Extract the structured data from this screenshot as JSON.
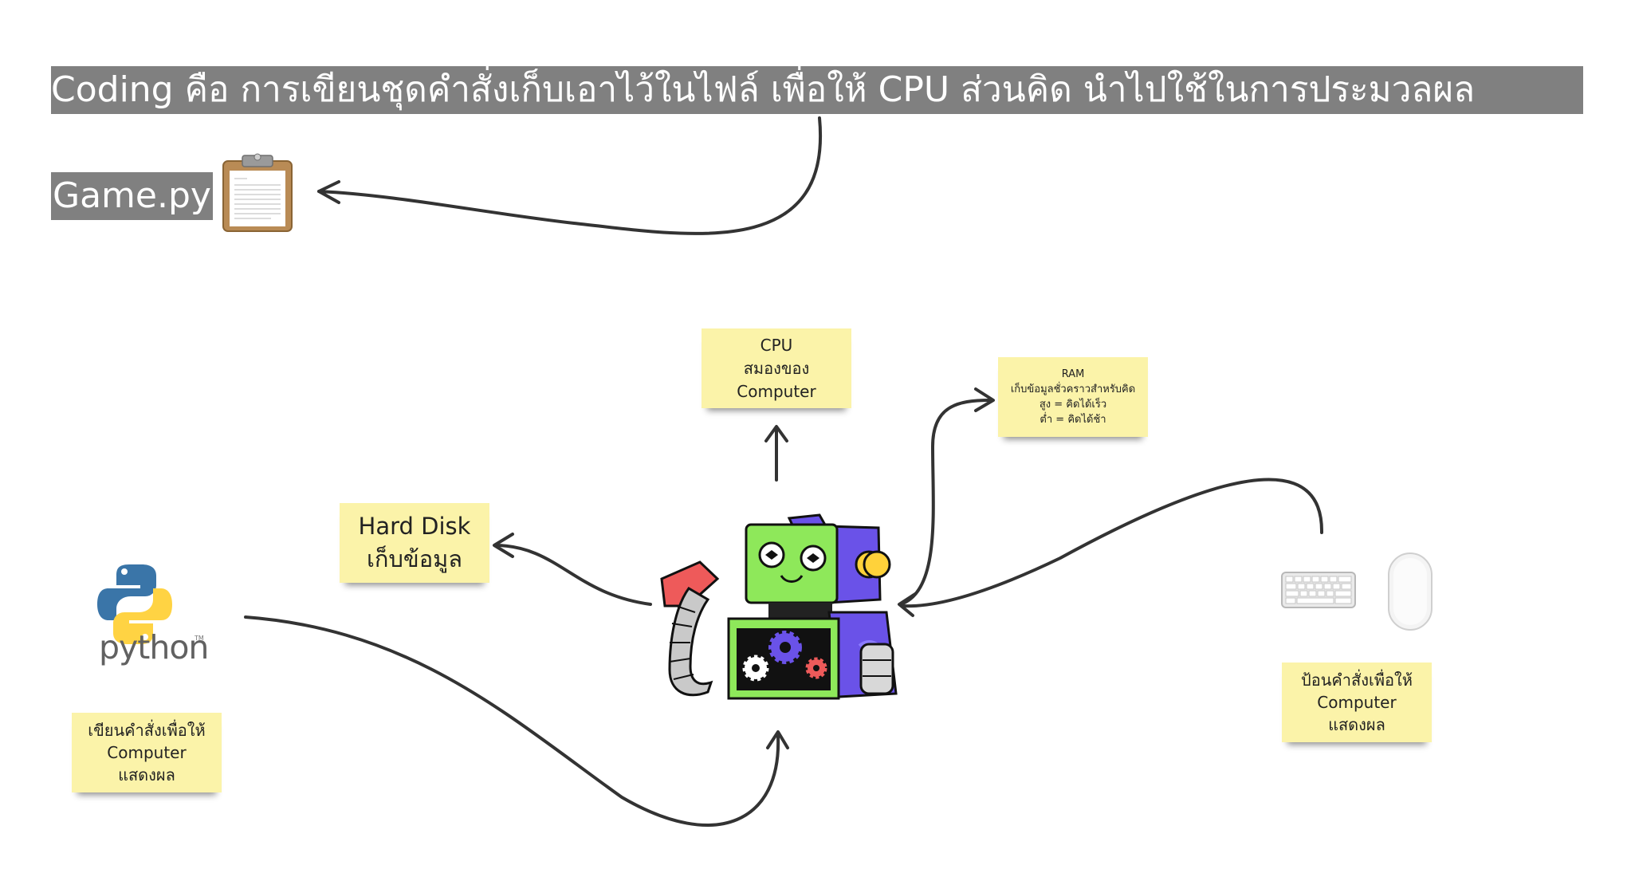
{
  "banner": {
    "text": "Coding คือ การเขียนชุดคำสั่งเก็บเอาไว้ในไฟล์  เพื่อให้ CPU ส่วนคิด นำไปใช้ในการประมวลผล"
  },
  "file": {
    "label": "Game.py",
    "icon": "clipboard-icon"
  },
  "notes": {
    "cpu": {
      "lines": [
        "CPU",
        "สมองของ",
        "Computer"
      ]
    },
    "ram": {
      "lines": [
        "RAM",
        "เก็บข้อมูลชั่วคราวสำหรับคิด",
        "สูง = คิดได้เร็ว",
        "ต่ำ = คิดได้ช้า"
      ]
    },
    "hdd": {
      "lines": [
        "Hard Disk",
        "เก็บข้อมูล"
      ]
    },
    "write": {
      "lines": [
        "เขียนคำสั่งเพื่อให้",
        "Computer",
        "แสดงผล"
      ]
    },
    "input": {
      "lines": [
        "ป้อนคำสั่งเพื่อให้",
        "Computer",
        "แสดงผล"
      ]
    }
  },
  "python_logo": {
    "word": "python",
    "tm": "TM",
    "colors": {
      "blue": "#3a75a8",
      "yellow": "#ffd343"
    }
  },
  "icons": [
    "clipboard-icon",
    "python-logo-icon",
    "robot-computer-icon",
    "keyboard-icon",
    "mouse-icon"
  ],
  "colors": {
    "banner_bg": "#808080",
    "sticky_bg": "#fbf3a9",
    "arrow": "#333333",
    "robot_green": "#8ee85a",
    "robot_purple": "#6a52e8",
    "robot_red": "#ee5a5a",
    "robot_yellow": "#ffd23a"
  }
}
